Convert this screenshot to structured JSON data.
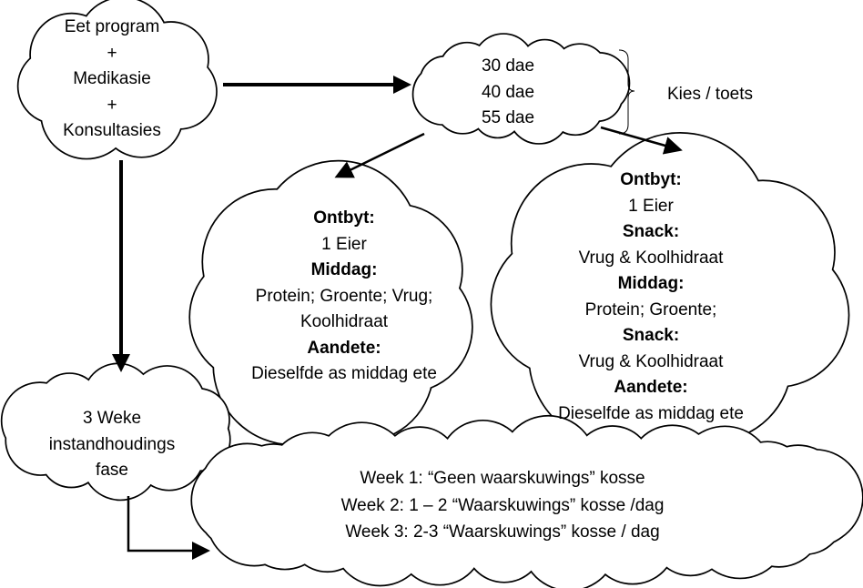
{
  "start": {
    "lines": [
      "Eet program",
      "+",
      "Medikasie",
      "+",
      "Konsultasies"
    ]
  },
  "options": {
    "lines": [
      "30 dae",
      "40 dae",
      "55 dae"
    ],
    "brace_label": "Kies / toets"
  },
  "plan_a": {
    "lines": [
      {
        "text": "Ontbyt:",
        "bold": true
      },
      {
        "text": "1 Eier",
        "bold": false
      },
      {
        "text": "Middag:",
        "bold": true
      },
      {
        "text": "Protein; Groente; Vrug;",
        "bold": false
      },
      {
        "text": "Koolhidraat",
        "bold": false
      },
      {
        "text": "Aandete:",
        "bold": true
      },
      {
        "text": "Dieselfde as middag ete",
        "bold": false
      }
    ]
  },
  "plan_b": {
    "lines": [
      {
        "text": "Ontbyt:",
        "bold": true
      },
      {
        "text": "1 Eier",
        "bold": false
      },
      {
        "text": "Snack:",
        "bold": true
      },
      {
        "text": "Vrug & Koolhidraat",
        "bold": false
      },
      {
        "text": "Middag:",
        "bold": true
      },
      {
        "text": "Protein; Groente;",
        "bold": false
      },
      {
        "text": "Snack:",
        "bold": true
      },
      {
        "text": "Vrug & Koolhidraat",
        "bold": false
      },
      {
        "text": "Aandete:",
        "bold": true
      },
      {
        "text": "Dieselfde as middag ete",
        "bold": false
      }
    ]
  },
  "maintenance": {
    "lines": [
      "3 Weke",
      "instandhoudings",
      "fase"
    ]
  },
  "weeks": {
    "lines": [
      "Week 1: “Geen waarskuwings” kosse",
      "Week 2: 1 – 2 “Waarskuwings” kosse /dag",
      "Week 3: 2-3 “Waarskuwings” kosse / dag"
    ]
  }
}
